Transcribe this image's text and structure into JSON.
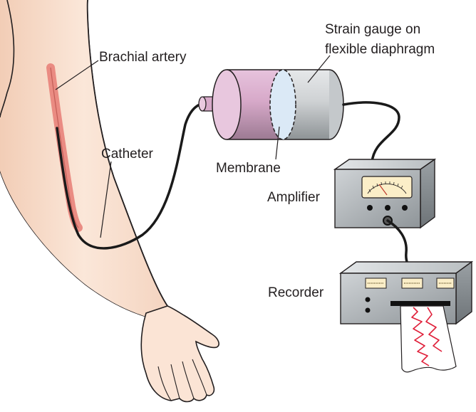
{
  "labels": {
    "brachial_artery": "Brachial artery",
    "catheter": "Catheter",
    "strain_gauge_line1": "Strain gauge on",
    "strain_gauge_line2": "flexible diaphragm",
    "membrane": "Membrane",
    "amplifier": "Amplifier",
    "recorder": "Recorder"
  },
  "colors": {
    "skin": "#f9e3d3",
    "skin_outline": "#231f20",
    "artery": "#e8827a",
    "catheter": "#1a1a1a",
    "transducer_left": "#d7a9c9",
    "transducer_right": "#cfd2d4",
    "membrane": "#dbe9f6",
    "device_body": "#b8bcbf",
    "gauge_face": "#fbeec8",
    "trace": "#e0203a"
  },
  "icons": {
    "gauge_meter": "meter-icon",
    "knobs": "knob-icon"
  }
}
